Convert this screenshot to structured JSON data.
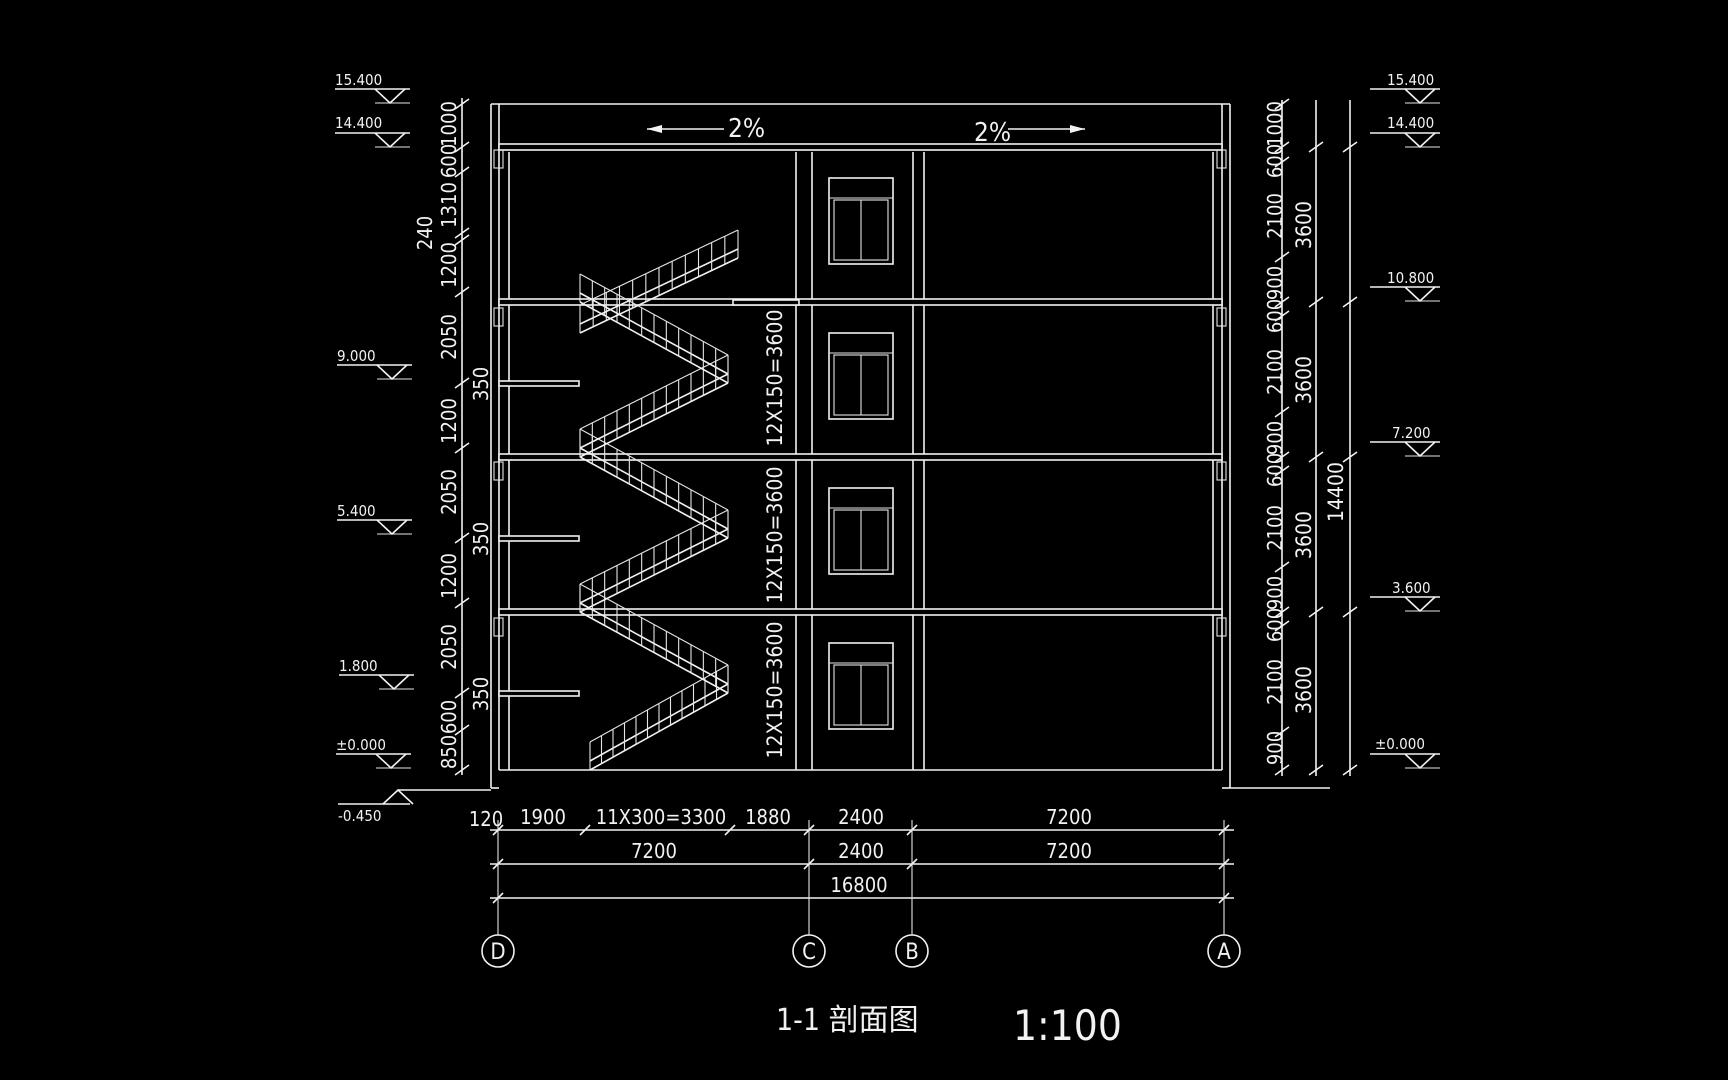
{
  "title": "1-1 剖面图",
  "scale": "1:100",
  "roof_slopes": [
    "2%",
    "2%"
  ],
  "elevations_left": [
    "15.400",
    "14.400",
    "9.000",
    "5.400",
    "1.800",
    "±0.000",
    "-0.450"
  ],
  "elevations_right": [
    "15.400",
    "14.400",
    "10.800",
    "7.200",
    "3.600",
    "±0.000"
  ],
  "left_dims": [
    "1000",
    "600",
    "1310",
    "240",
    "1200",
    "2050",
    "350",
    "1200",
    "2050",
    "350",
    "1200",
    "2050",
    "350",
    "600",
    "850"
  ],
  "right_dims_inner": [
    "1000",
    "600",
    "2100",
    "900",
    "600",
    "2100",
    "900",
    "600",
    "2100",
    "900",
    "600",
    "2100",
    "900"
  ],
  "right_dims_floor": [
    "3600",
    "3600",
    "3600",
    "3600"
  ],
  "right_dims_total": "14400",
  "stair_notes": [
    "12X150=3600",
    "12X150=3600",
    "12X150=3600"
  ],
  "bottom_dims_row1": [
    "120",
    "1900",
    "11X300=3300",
    "1880",
    "2400",
    "7200"
  ],
  "bottom_dims_row2": [
    "7200",
    "2400",
    "7200"
  ],
  "bottom_dims_total": "16800",
  "axes": [
    "D",
    "C",
    "B",
    "A"
  ]
}
